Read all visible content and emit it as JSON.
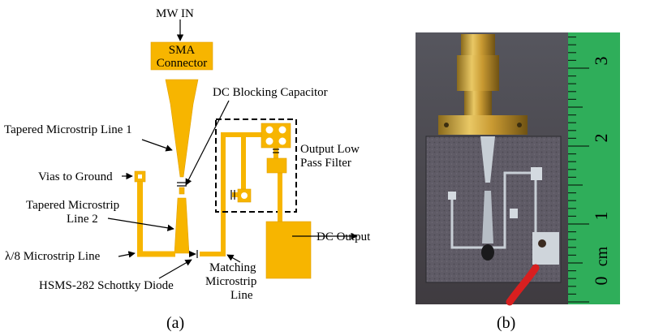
{
  "panel_a": {
    "input_label": "MW IN",
    "sma_label_line1": "SMA",
    "sma_label_line2": "Connector",
    "dc_blocking_capacitor": "DC Blocking Capacitor",
    "tapered_line_1": "Tapered Microstrip Line 1",
    "output_lpf_line1": "Output Low",
    "output_lpf_line2": "Pass Filter",
    "vias_to_ground": "Vias to Ground",
    "tapered_line_2_line1": "Tapered Microstrip",
    "tapered_line_2_line2": "Line 2",
    "dc_output": "DC Output",
    "lambda_line": "λ/8 Microstrip Line",
    "matching_line1": "Matching",
    "matching_line2": "Microstrip",
    "matching_line3": "Line",
    "schottky_diode": "HSMS-282 Schottky Diode",
    "caption": "(a)"
  },
  "panel_b": {
    "ruler_numbers": [
      "3",
      "2",
      "1",
      "0"
    ],
    "ruler_unit": "cm",
    "caption": "(b)"
  },
  "colors": {
    "copper_trace": "#f7b500",
    "ruler_green": "#2fae5a",
    "substrate": "#5d5a63"
  }
}
